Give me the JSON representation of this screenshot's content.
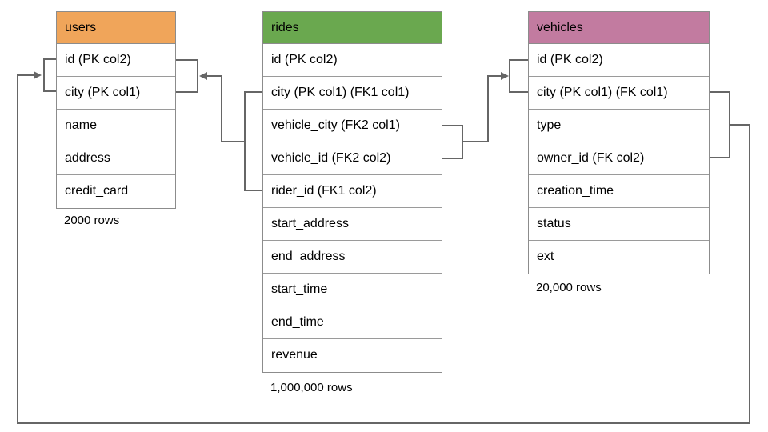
{
  "diagram": {
    "tables": [
      {
        "name": "users",
        "header_color": "#F0A55A",
        "columns": [
          "id (PK col2)",
          "city (PK col1)",
          "name",
          "address",
          "credit_card"
        ],
        "row_count": "2000 rows"
      },
      {
        "name": "rides",
        "header_color": "#6AA84F",
        "columns": [
          "id (PK col2)",
          "city (PK col1) (FK1 col1)",
          "vehicle_city (FK2 col1)",
          "vehicle_id (FK2 col2)",
          "rider_id (FK1 col2)",
          "start_address",
          "end_address",
          "start_time",
          "end_time",
          "revenue"
        ],
        "row_count": "1,000,000 rows"
      },
      {
        "name": "vehicles",
        "header_color": "#C27BA0",
        "columns": [
          "id (PK col2)",
          "city (PK col1) (FK col1)",
          "type",
          "owner_id (FK col2)",
          "creation_time",
          "status",
          "ext"
        ],
        "row_count": "20,000 rows"
      }
    ],
    "relationships": [
      {
        "from_table": "rides",
        "from_columns": [
          "city (FK1 col1)",
          "rider_id (FK1 col2)"
        ],
        "to_table": "users",
        "to_columns": [
          "id (PK col2)",
          "city (PK col1)"
        ]
      },
      {
        "from_table": "rides",
        "from_columns": [
          "vehicle_city (FK2 col1)",
          "vehicle_id (FK2 col2)"
        ],
        "to_table": "vehicles",
        "to_columns": [
          "id (PK col2)",
          "city (PK col1)"
        ]
      },
      {
        "from_table": "vehicles",
        "from_columns": [
          "city (FK col1)",
          "owner_id (FK col2)"
        ],
        "to_table": "users",
        "to_columns": [
          "id (PK col2)",
          "city (PK col1)"
        ]
      }
    ],
    "colors": {
      "line": "#666666",
      "table_border": "#8C8C8C",
      "row_divider": "#9A9A9A",
      "text": "#000000",
      "background": "#FFFFFF"
    }
  }
}
